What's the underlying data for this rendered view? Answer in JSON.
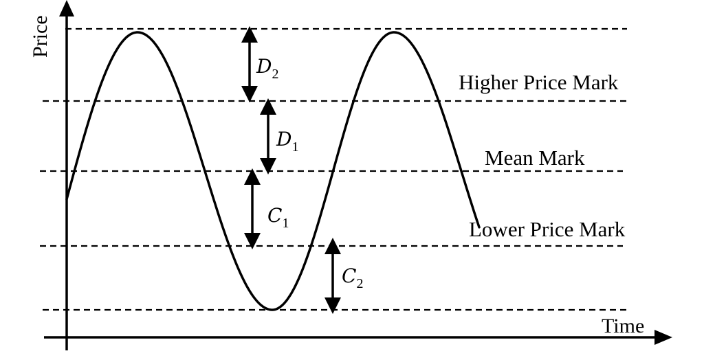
{
  "axes": {
    "x_label": "Time",
    "y_label": "Price"
  },
  "marks": {
    "higher": "Higher Price Mark",
    "mean": "Mean Mark",
    "lower": "Lower Price Mark"
  },
  "intervals": {
    "d2": {
      "symbol": "D",
      "subscript": "2"
    },
    "d1": {
      "symbol": "D",
      "subscript": "1"
    },
    "c1": {
      "symbol": "C",
      "subscript": "1"
    },
    "c2": {
      "symbol": "C",
      "subscript": "2"
    }
  },
  "colors": {
    "ink": "#000000",
    "background": "#ffffff"
  }
}
